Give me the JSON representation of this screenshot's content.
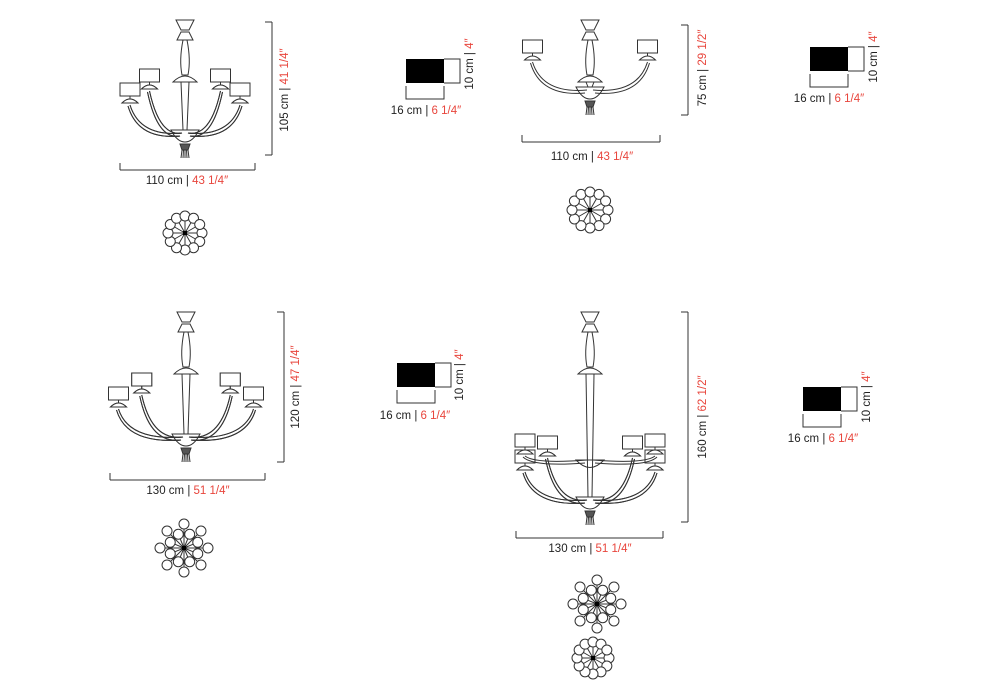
{
  "colors": {
    "line": "#333333",
    "accent": "#e8453c",
    "shade_fill": "#000000"
  },
  "models": [
    {
      "name": "chandelier-8-lights",
      "height_cm": "105 cm",
      "height_in": "41 1/4″",
      "width_cm": "110 cm",
      "width_in": "43 1/4″",
      "arms": [
        2,
        2
      ],
      "top_view_circles": 12
    },
    {
      "name": "chandelier-2-lights",
      "height_cm": "75 cm",
      "height_in": "29 1/2″",
      "width_cm": "110 cm",
      "width_in": "43 1/4″",
      "arms": [
        1
      ],
      "top_view_circles": 12
    },
    {
      "name": "chandelier-8-lights-large",
      "height_cm": "120 cm",
      "height_in": "47 1/4″",
      "width_cm": "130 cm",
      "width_in": "51 1/4″",
      "arms": [
        2,
        2
      ],
      "top_view_circles": 16
    },
    {
      "name": "chandelier-two-tier",
      "height_cm": "160 cm",
      "height_in": "62 1/2″",
      "width_cm": "130 cm",
      "width_in": "51 1/4″",
      "arms": [
        2,
        2,
        1
      ],
      "top_view_circles": 16
    }
  ],
  "shades": [
    {
      "width_cm": "16 cm",
      "width_in": "6 1/4″",
      "height_cm": "10 cm",
      "height_in": "4″"
    },
    {
      "width_cm": "16 cm",
      "width_in": "6 1/4″",
      "height_cm": "10 cm",
      "height_in": "4″"
    },
    {
      "width_cm": "16 cm",
      "width_in": "6 1/4″",
      "height_cm": "10 cm",
      "height_in": "4″"
    },
    {
      "width_cm": "16 cm",
      "width_in": "6 1/4″",
      "height_cm": "10 cm",
      "height_in": "4″"
    }
  ],
  "separator": "|"
}
